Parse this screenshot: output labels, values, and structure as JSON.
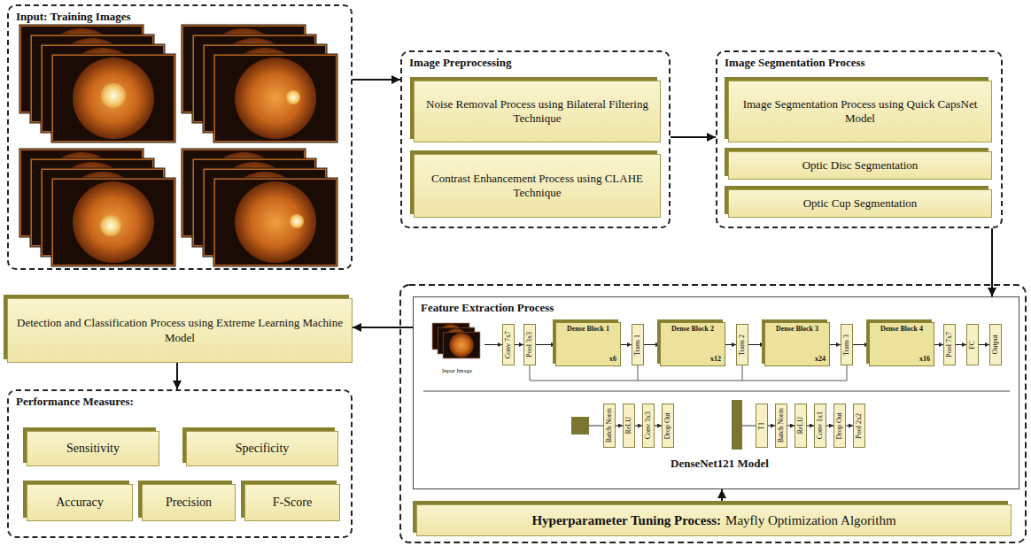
{
  "diagram": {
    "nodes": [
      {
        "text": [
          "Input: Training Images"
        ]
      },
      {
        "text": [
          "Image Preprocessing"
        ]
      },
      {
        "text": [
          "Noise Removal Process using Bilateral Filtering Technique"
        ],
        "in": 1
      },
      {
        "text": [
          "Contrast Enhancement Process using CLAHE Technique"
        ],
        "in": 1
      },
      {
        "text": [
          "Image Segmentation Process"
        ]
      },
      {
        "text": [
          "Image Segmentation Process using Quick CapsNet Model"
        ],
        "in": 4
      },
      {
        "text": [
          "Optic Disc Segmentation"
        ],
        "in": 4
      },
      {
        "text": [
          "Optic Cup Segmentation"
        ],
        "in": 4
      },
      {
        "text": [
          "Feature Extraction Process"
        ]
      },
      {
        "text": [
          "Input Image"
        ],
        "in": 8
      },
      {
        "text": [
          "Conv 7x7"
        ],
        "in": 8
      },
      {
        "text": [
          "Pool 3x3"
        ],
        "in": 8
      },
      {
        "text": [
          "Dense Block 1",
          "x6"
        ],
        "in": 8
      },
      {
        "text": [
          "Trans 1"
        ],
        "in": 8
      },
      {
        "text": [
          "Dense Block 2",
          "x12"
        ],
        "in": 8
      },
      {
        "text": [
          "Trans 2"
        ],
        "in": 8
      },
      {
        "text": [
          "Dense Block 3",
          "x24"
        ],
        "in": 8
      },
      {
        "text": [
          "Trans 3"
        ],
        "in": 8
      },
      {
        "text": [
          "Dense Block 4",
          "x16"
        ],
        "in": 8
      },
      {
        "text": [
          "Pool 7x7"
        ],
        "in": 8
      },
      {
        "text": [
          "FC"
        ],
        "in": 8
      },
      {
        "text": [
          "Output"
        ],
        "in": 8
      },
      {
        "text": [
          "Batch Norm"
        ],
        "in": 8
      },
      {
        "text": [
          "ReLU"
        ],
        "in": 8
      },
      {
        "text": [
          "Conv 3x3"
        ],
        "in": 8
      },
      {
        "text": [
          "Drop Out"
        ],
        "in": 8
      },
      {
        "text": [
          "T1"
        ],
        "in": 8
      },
      {
        "text": [
          "Batch Norm"
        ],
        "in": 8
      },
      {
        "text": [
          "ReLU"
        ],
        "in": 8
      },
      {
        "text": [
          "Conv 1x1"
        ],
        "in": 8
      },
      {
        "text": [
          "Drop Out"
        ],
        "in": 8
      },
      {
        "text": [
          "Pool 2x2"
        ],
        "in": 8
      },
      {
        "text": [
          "Hyperparameter Tuning Process:",
          "Mayfly Optimization Algorithm"
        ]
      },
      {
        "text": [
          "Detection and Classification Process using Extreme Learning Machine Model"
        ]
      },
      {
        "text": [
          "Performance Measures:"
        ]
      },
      {
        "text": [
          "Sensitivity"
        ],
        "in": 34
      },
      {
        "text": [
          "Specificity"
        ],
        "in": 34
      },
      {
        "text": [
          "Accuracy"
        ],
        "in": 34
      },
      {
        "text": [
          "Precision"
        ],
        "in": 34
      },
      {
        "text": [
          "F-Score"
        ],
        "in": 34
      }
    ],
    "edges": [
      {
        "from": 0,
        "to": 1,
        "arrow": "to"
      },
      {
        "from": 1,
        "to": 4,
        "arrow": "to"
      },
      {
        "from": 4,
        "to": 8,
        "arrow": "to"
      },
      {
        "from": 8,
        "to": 33,
        "arrow": "to"
      },
      {
        "from": 33,
        "to": 34,
        "arrow": "to"
      },
      {
        "from": 32,
        "to": 8,
        "arrow": "to"
      },
      {
        "from": 9,
        "to": 10,
        "arrow": "to"
      },
      {
        "from": 10,
        "to": 11,
        "arrow": "to"
      },
      {
        "from": 11,
        "to": 12,
        "arrow": "to"
      },
      {
        "from": 12,
        "to": 13,
        "arrow": "to"
      },
      {
        "from": 13,
        "to": 14,
        "arrow": "to"
      },
      {
        "from": 14,
        "to": 15,
        "arrow": "to"
      },
      {
        "from": 15,
        "to": 16,
        "arrow": "to"
      },
      {
        "from": 16,
        "to": 17,
        "arrow": "to"
      },
      {
        "from": 17,
        "to": 18,
        "arrow": "to"
      },
      {
        "from": 18,
        "to": 19,
        "arrow": "to"
      },
      {
        "from": 19,
        "to": 20,
        "arrow": "to"
      },
      {
        "from": 20,
        "to": 21,
        "arrow": "to"
      },
      {
        "from": 22,
        "to": 23,
        "arrow": "to"
      },
      {
        "from": 23,
        "to": 24,
        "arrow": "to"
      },
      {
        "from": 24,
        "to": 25,
        "arrow": "to"
      },
      {
        "from": 26,
        "to": 27,
        "arrow": "to"
      },
      {
        "from": 27,
        "to": 28,
        "arrow": "to"
      },
      {
        "from": 28,
        "to": 29,
        "arrow": "to"
      },
      {
        "from": 29,
        "to": 30,
        "arrow": "to"
      },
      {
        "from": 30,
        "to": 31,
        "arrow": "to"
      }
    ],
    "labels": [
      "DenseNet121 Model"
    ]
  }
}
